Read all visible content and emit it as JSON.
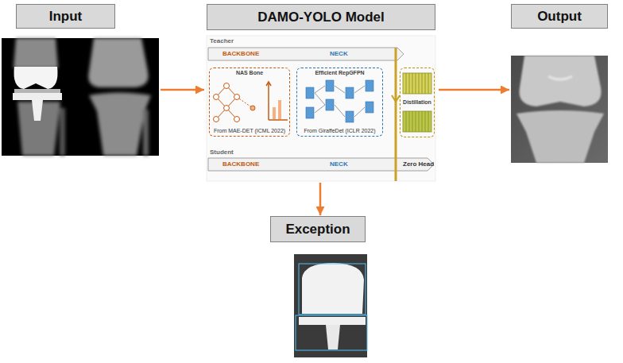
{
  "diagram": {
    "nodes": [
      {
        "text": [
          "Input"
        ]
      },
      {
        "text": [
          "DAMO-YOLO Model"
        ]
      },
      {
        "text": [
          "NAS Bone",
          "From MAE-DET (ICML 2022)"
        ],
        "in": 1
      },
      {
        "text": [
          "Efficient RepGFPN",
          "From GiraffeDet (ICLR 2022)"
        ],
        "in": 1
      },
      {
        "text": [
          "Distillation"
        ],
        "in": 1
      },
      {
        "text": [
          "Output"
        ]
      },
      {
        "text": [
          "Exception"
        ]
      }
    ],
    "edges": [
      {
        "from": 0,
        "to": 1,
        "arrow": "to"
      },
      {
        "from": 1,
        "to": 5,
        "arrow": "to"
      },
      {
        "from": 1,
        "to": 6,
        "arrow": "to"
      }
    ],
    "labels": [
      "Teacher",
      "BACKBONE",
      "NECK",
      "Student",
      "BACKBONE",
      "NECK",
      "Zero Head"
    ]
  }
}
